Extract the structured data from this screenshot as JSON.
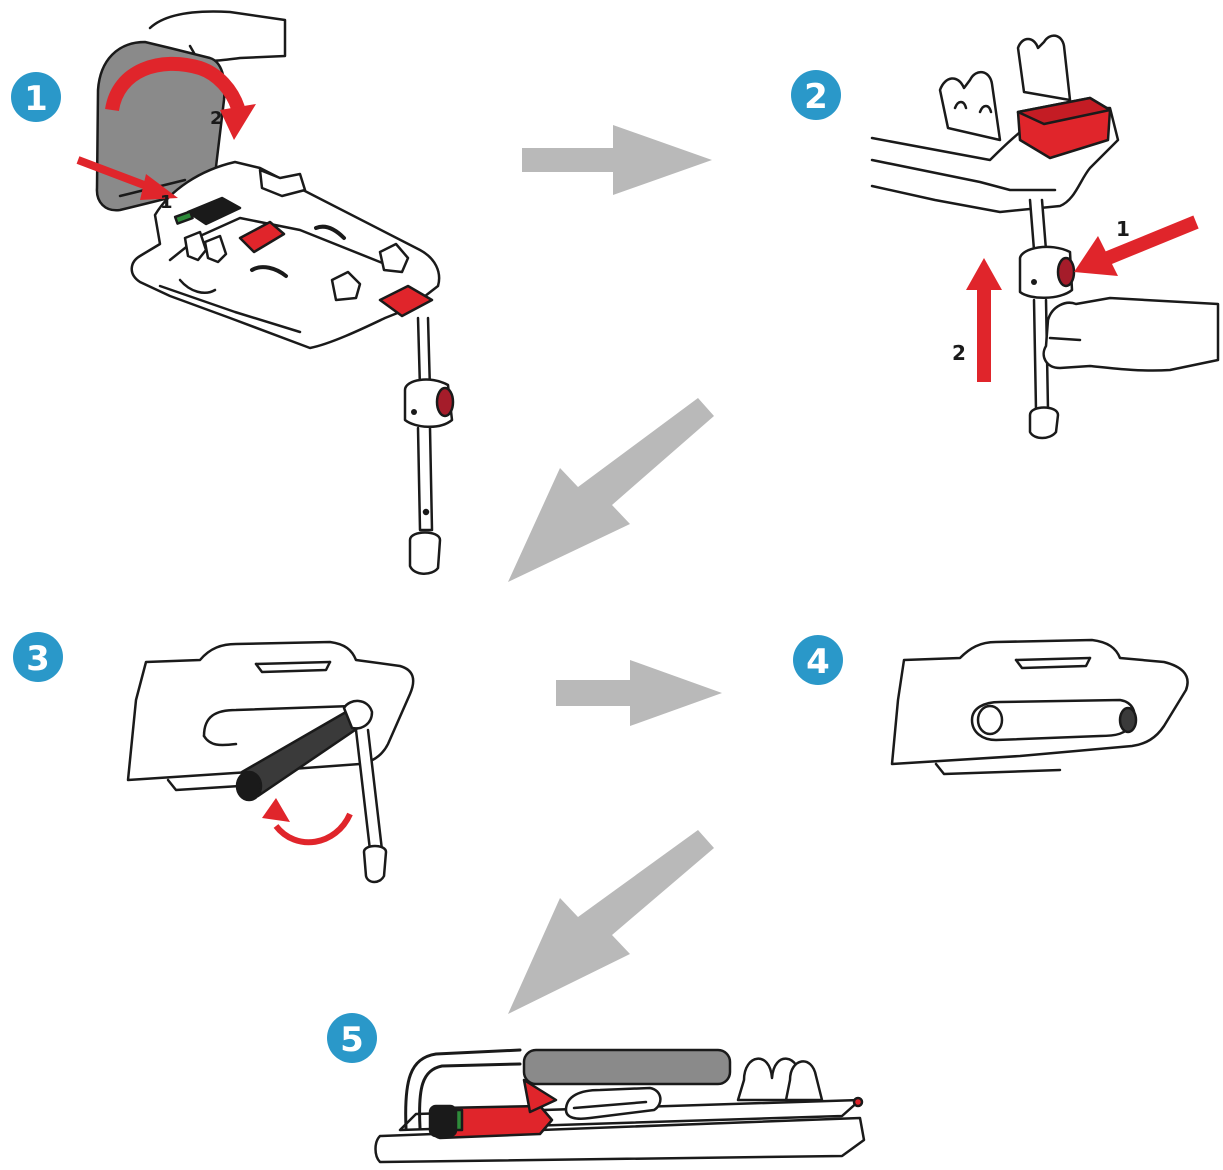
{
  "steps": [
    {
      "number": "1",
      "sub_labels": [
        "1",
        "2"
      ]
    },
    {
      "number": "2",
      "sub_labels": [
        "1",
        "2"
      ]
    },
    {
      "number": "3"
    },
    {
      "number": "4"
    },
    {
      "number": "5"
    }
  ],
  "colors": {
    "badge": "#2a98c9",
    "accent_red": "#e0252b",
    "arrow_gray": "#b9b9b9",
    "line": "#1a1a1a",
    "panel_gray": "#8a8a8a",
    "bar_dark": "#3a3a3a",
    "green": "#2e8b3a"
  }
}
